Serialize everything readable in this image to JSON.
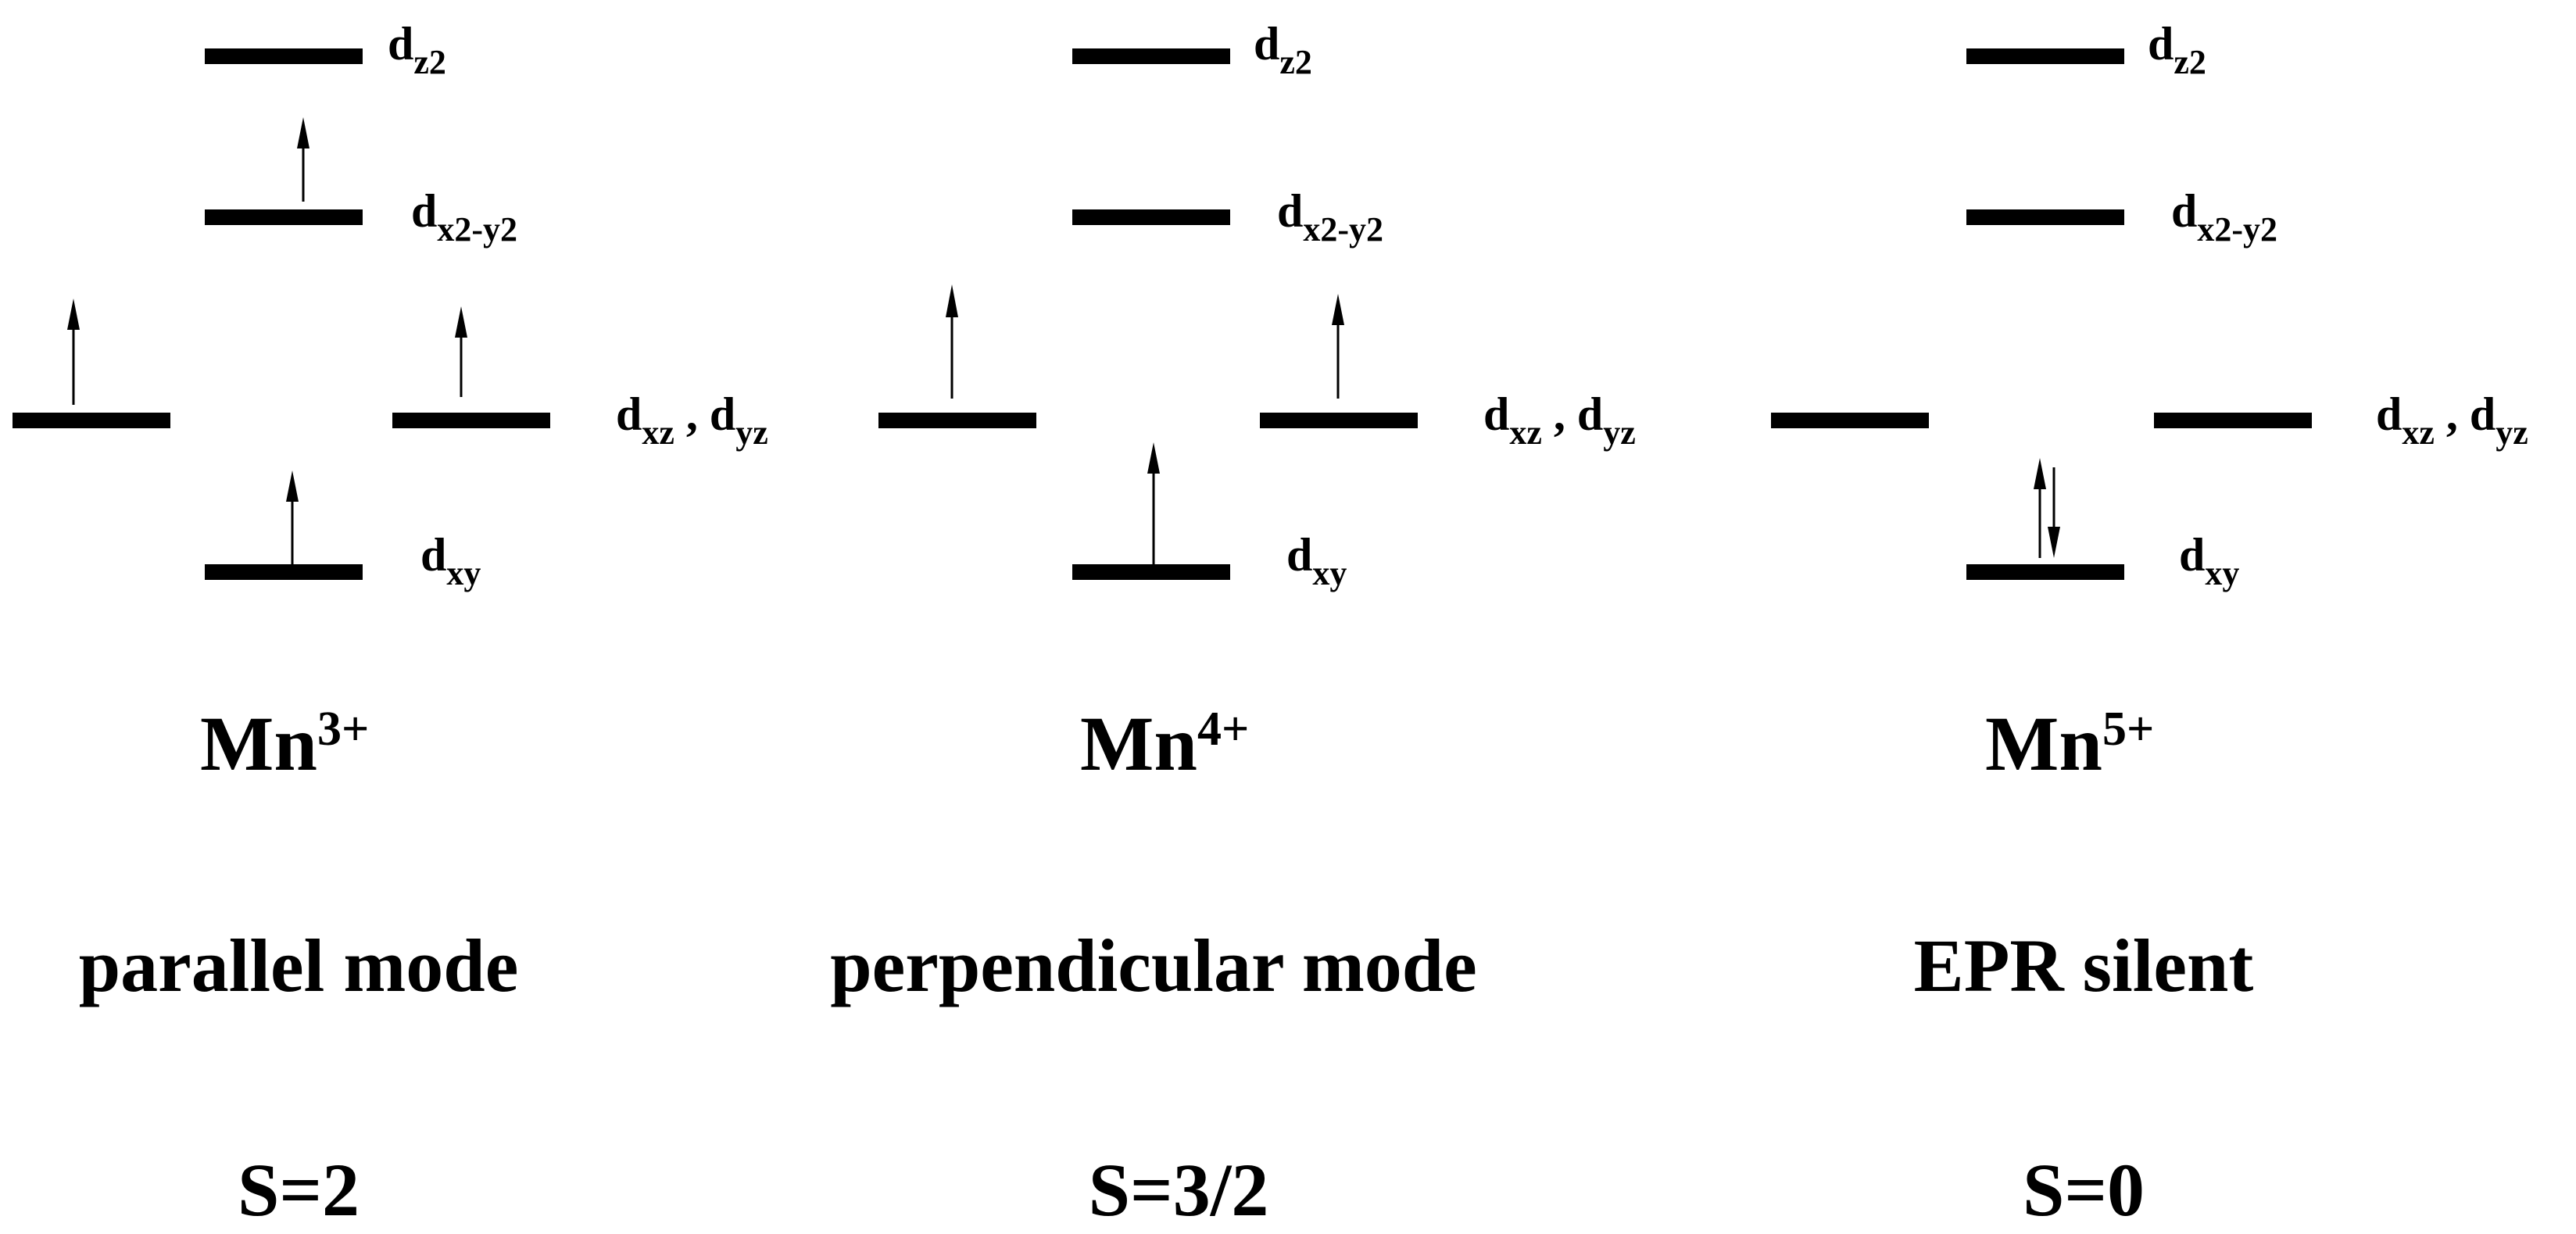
{
  "orbital_labels": {
    "dz2": {
      "main": "d",
      "sub": "z2"
    },
    "dx2y2": {
      "main": "d",
      "sub": "x2-y2"
    },
    "dxz": {
      "main": "d",
      "sub": "xz"
    },
    "sep": " , ",
    "dyz": {
      "main": "d",
      "sub": "yz"
    },
    "dxy": {
      "main": "d",
      "sub": "xy"
    }
  },
  "panels": [
    {
      "ion": "Mn",
      "charge": "3+",
      "mode": "parallel mode",
      "spin": "S=2",
      "electrons": {
        "dz2": "",
        "dx2y2": "up",
        "dxz": "up",
        "dyz": "up",
        "dxy": "up"
      }
    },
    {
      "ion": "Mn",
      "charge": "4+",
      "mode": "perpendicular mode",
      "spin": "S=3/2",
      "electrons": {
        "dz2": "",
        "dx2y2": "",
        "dxz": "up",
        "dyz": "up",
        "dxy": "up"
      }
    },
    {
      "ion": "Mn",
      "charge": "5+",
      "mode": "EPR silent",
      "spin": "S=0",
      "electrons": {
        "dz2": "",
        "dx2y2": "",
        "dxz": "",
        "dyz": "",
        "dxy": "pair"
      }
    }
  ]
}
